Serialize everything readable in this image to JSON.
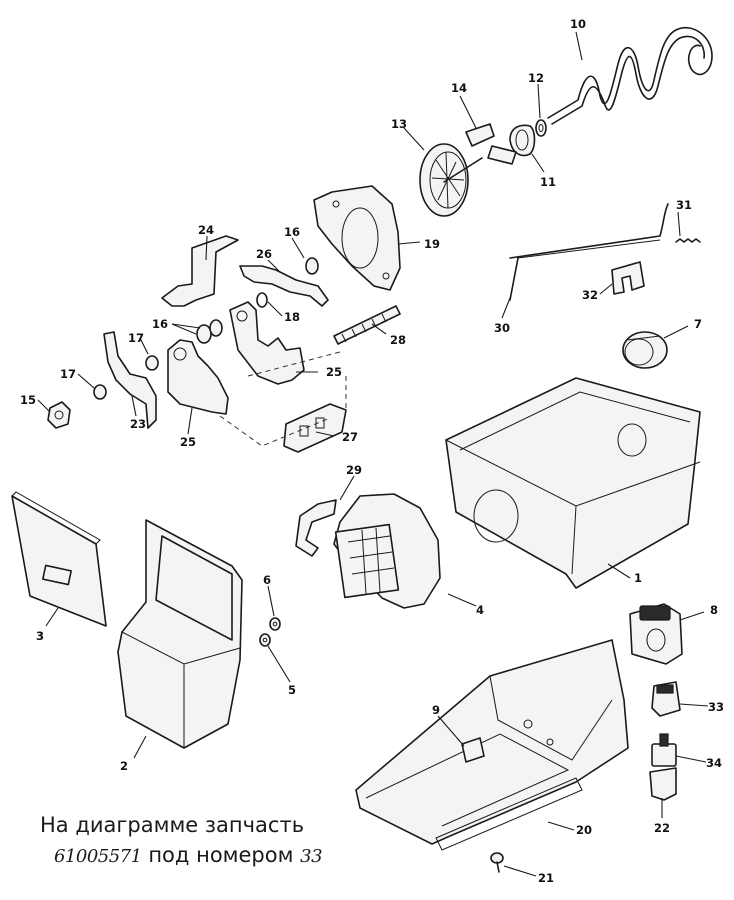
{
  "callouts": {
    "c1": "1",
    "c2": "2",
    "c3": "3",
    "c4": "4",
    "c5": "5",
    "c6": "6",
    "c7": "7",
    "c8": "8",
    "c9": "9",
    "c10": "10",
    "c11": "11",
    "c12": "12",
    "c13": "13",
    "c14": "14",
    "c15": "15",
    "c16a": "16",
    "c16b": "16",
    "c17a": "17",
    "c17b": "17",
    "c18": "18",
    "c19": "19",
    "c20": "20",
    "c21": "21",
    "c22": "22",
    "c23": "23",
    "c24": "24",
    "c25a": "25",
    "c25b": "25",
    "c26": "26",
    "c27": "27",
    "c28": "28",
    "c29": "29",
    "c30": "30",
    "c31": "31",
    "c32": "32",
    "c33": "33",
    "c34": "34"
  },
  "caption": {
    "line1": "На диаграмме запчасть",
    "part_number": "61005571",
    "middle": "под номером",
    "number": "33"
  }
}
